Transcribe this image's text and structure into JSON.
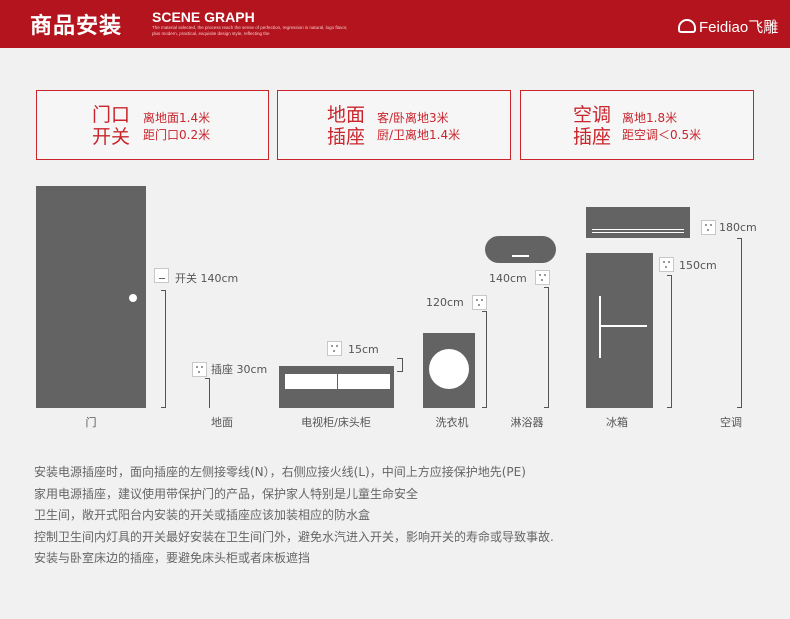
{
  "header": {
    "title": "商品安装",
    "subtitle": "SCENE GRAPH",
    "small_text": "The material selected, the process reach the sense of perfection, regression is natural, logo flavor, plus modern, practical, exquisite design style, reflecting the",
    "logo": "Feidiao飞雕",
    "logo_icon": "elephant-logo-icon",
    "color": "#b3141d"
  },
  "info_boxes": [
    {
      "big": "门口\n开关",
      "small": "离地面1.4米\n距门口0.2米"
    },
    {
      "big": "地面\n插座",
      "small": "客/卧离地3米\n厨/卫离地1.4米"
    },
    {
      "big": "空调\n插座",
      "small": "离地1.8米\n距空调＜0.5米"
    }
  ],
  "scene": {
    "labels": {
      "switch": "开关 140cm",
      "floor_socket": "插座 30cm",
      "tv_socket": "15cm",
      "washer_socket": "120cm",
      "heater_socket": "140cm",
      "fridge_socket": "150cm",
      "ac_socket": "180cm"
    },
    "categories": [
      "门",
      "地面",
      "电视柜/床头柜",
      "洗衣机",
      "淋浴器",
      "冰箱",
      "空调"
    ]
  },
  "notes": [
    "安装电源插座时，面向插座的左侧接零线(N），右侧应接火线(L)，中间上方应接保护地先(PE)",
    "家用电源插座，建议使用带保护门的产品，保护家人特别是儿童生命安全",
    "卫生间，敞开式阳台内安装的开关或插座应该加装相应的防水盒",
    "控制卫生间内灯具的开关最好安装在卫生间门外，避免水汽进入开关，影响开关的寿命或导致事故.",
    "安装与卧室床边的插座，要避免床头柜或者床板遮挡"
  ]
}
